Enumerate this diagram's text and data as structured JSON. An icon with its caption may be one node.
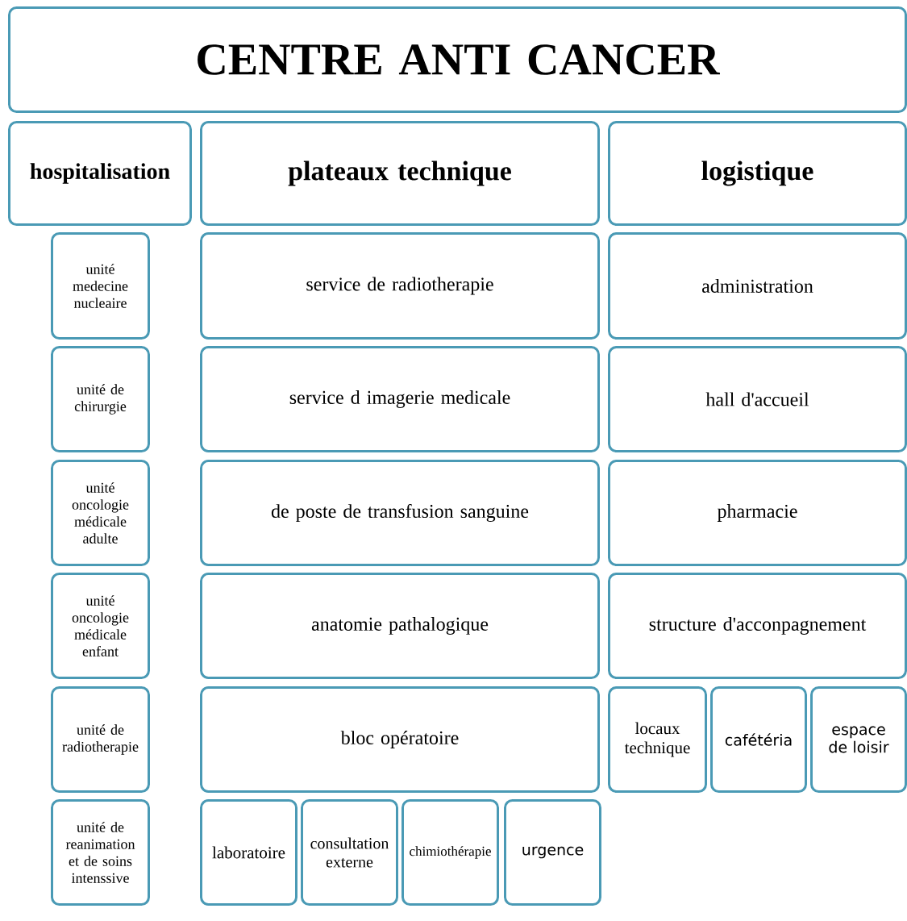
{
  "diagram": {
    "nodes": [
      {
        "text": [
          "CENTRE ANTI CANCER"
        ]
      },
      {
        "text": [
          "hospitalisation"
        ]
      },
      {
        "text": [
          "plateaux technique"
        ]
      },
      {
        "text": [
          "logistique"
        ]
      },
      {
        "text": [
          "unité medecine nucleaire"
        ]
      },
      {
        "text": [
          "service de radiotherapie"
        ]
      },
      {
        "text": [
          "administration"
        ]
      },
      {
        "text": [
          "unité de chirurgie"
        ]
      },
      {
        "text": [
          "service d imagerie medicale"
        ]
      },
      {
        "text": [
          "hall d'accueil"
        ]
      },
      {
        "text": [
          "unité oncologie médicale adulte"
        ]
      },
      {
        "text": [
          "de poste de transfusion sanguine"
        ]
      },
      {
        "text": [
          "pharmacie"
        ]
      },
      {
        "text": [
          "unité oncologie médicale enfant"
        ]
      },
      {
        "text": [
          "anatomie pathalogique"
        ]
      },
      {
        "text": [
          "structure d'acconpagnement"
        ]
      },
      {
        "text": [
          "unité de radiotherapie"
        ]
      },
      {
        "text": [
          "bloc opératoire"
        ]
      },
      {
        "text": [
          "locaux technique"
        ]
      },
      {
        "text": [
          "cafétéria"
        ]
      },
      {
        "text": [
          "espace de loisir"
        ]
      },
      {
        "text": [
          "unité de reanimation et de soins intenssive"
        ]
      },
      {
        "text": [
          "laboratoire"
        ]
      },
      {
        "text": [
          "consultation externe"
        ]
      },
      {
        "text": [
          "chimiothérapie"
        ]
      },
      {
        "text": [
          "urgence"
        ]
      }
    ]
  }
}
